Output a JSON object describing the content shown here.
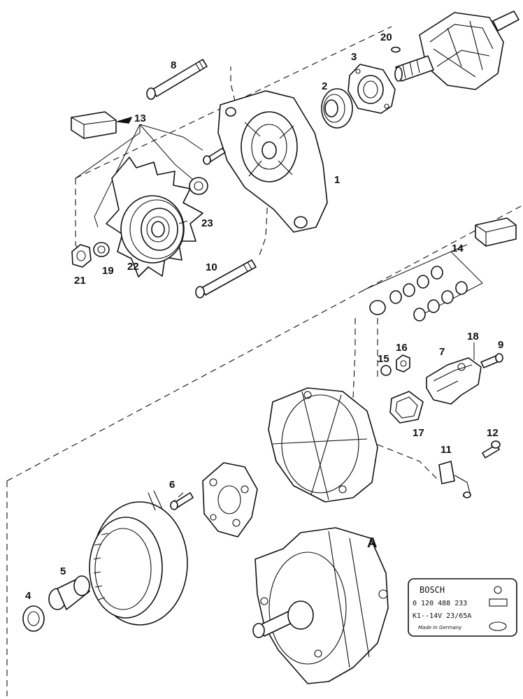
{
  "diagram": {
    "callouts": {
      "c1": "1",
      "c2": "2",
      "c3": "3",
      "c4": "4",
      "c5": "5",
      "c6": "6",
      "c7": "7",
      "c8": "8",
      "c9": "9",
      "c10": "10",
      "c11": "11",
      "c12": "12",
      "c13": "13",
      "c14": "14",
      "c15": "15",
      "c16": "16",
      "c17": "17",
      "c18": "18",
      "c19": "19",
      "c20": "20",
      "c21": "21",
      "c22": "22",
      "c23": "23"
    },
    "assembly_letter": "A",
    "nameplate": {
      "brand": "BOSCH",
      "part_number": "0 120 488 233",
      "spec": "K1--14V 23/65A",
      "origin": "Made In Germany"
    }
  }
}
